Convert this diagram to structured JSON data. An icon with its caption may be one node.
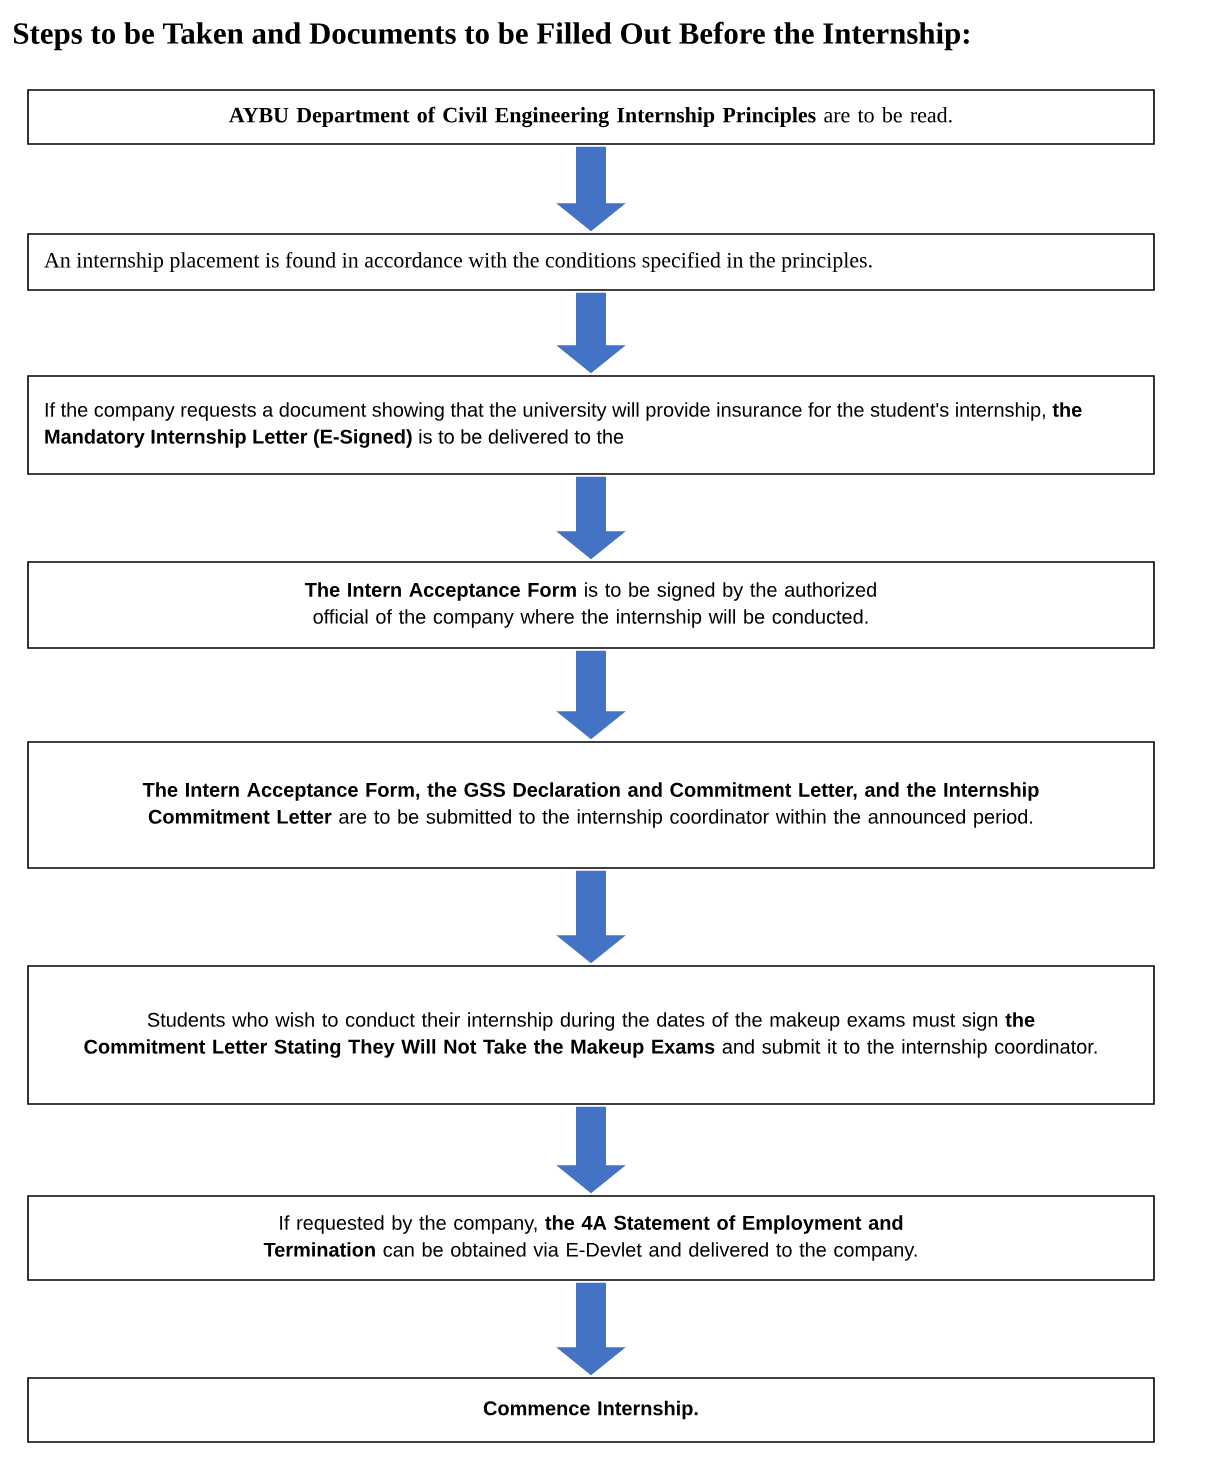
{
  "diagram": {
    "title": "Steps to be Taken and Documents to be Filled Out Before the Internship:",
    "nodes": [
      {
        "text": [
          "**AYBU Department of Civil Engineering Internship Principles** are to be read."
        ]
      },
      {
        "text": [
          "An internship placement is found in accordance with the conditions specified in the principles."
        ]
      },
      {
        "text": [
          "If the company requests a document showing that the university will provide insurance for the student's internship, **the Mandatory Internship Letter (E-Signed)** is to be delivered to the"
        ]
      },
      {
        "text": [
          "**The Intern Acceptance Form** is to be signed by the authorized official of the company where the internship will be conducted."
        ]
      },
      {
        "text": [
          "**The Intern Acceptance Form, the GSS Declaration and Commitment Letter, and the Internship Commitment Letter** are to be submitted to the internship coordinator within the announced period."
        ]
      },
      {
        "text": [
          "Students who wish to conduct their internship during the dates of the makeup exams must sign **the Commitment Letter Stating They Will Not Take the Makeup Exams** and submit it to the internship coordinator."
        ]
      },
      {
        "text": [
          "If requested by the company, **the 4A Statement of Employment and Termination** can be obtained via E-Devlet and delivered to the company."
        ]
      },
      {
        "text": [
          "**Commence Internship.**"
        ]
      }
    ],
    "edges": [
      {
        "from": 0,
        "to": 1,
        "arrow": "to"
      },
      {
        "from": 1,
        "to": 2,
        "arrow": "to"
      },
      {
        "from": 2,
        "to": 3,
        "arrow": "to"
      },
      {
        "from": 3,
        "to": 4,
        "arrow": "to"
      },
      {
        "from": 4,
        "to": 5,
        "arrow": "to"
      },
      {
        "from": 5,
        "to": 6,
        "arrow": "to"
      },
      {
        "from": 6,
        "to": 7,
        "arrow": "to"
      }
    ]
  }
}
